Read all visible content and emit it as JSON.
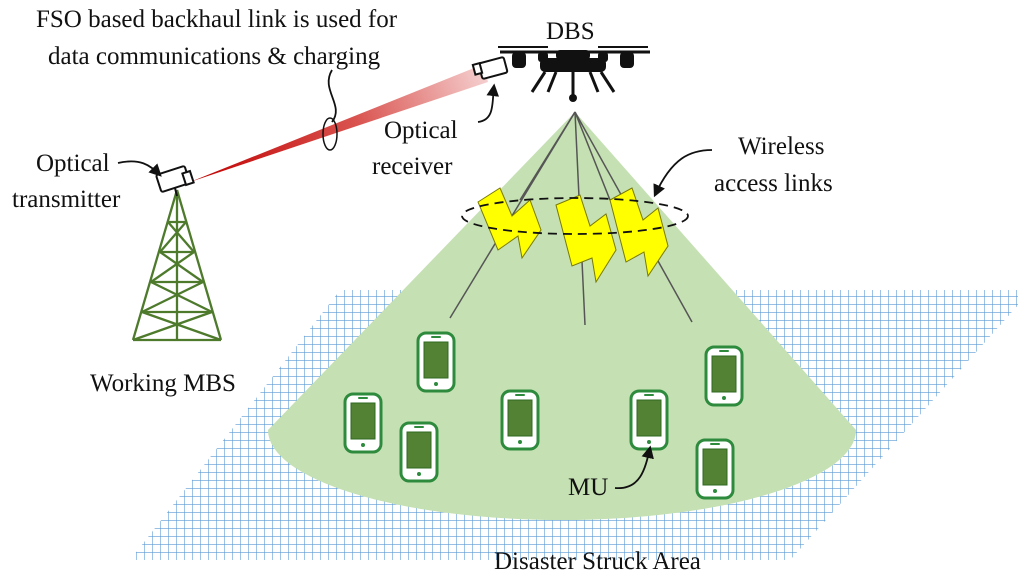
{
  "labels": {
    "fso_line1": "FSO based backhaul link is used for",
    "fso_line2": "data communications & charging",
    "dbs": "DBS",
    "optical_transmitter_line1": "Optical",
    "optical_transmitter_line2": "transmitter",
    "optical_receiver_line1": "Optical",
    "optical_receiver_line2": "receiver",
    "wireless_line1": "Wireless",
    "wireless_line2": "access links",
    "working_mbs": "Working MBS",
    "mu": "MU",
    "disaster_area": "Disaster Struck Area"
  },
  "colors": {
    "cone_fill": "#c5e0b3",
    "grid_stroke": "#5b9bd5",
    "tower_stroke": "#4e7a2c",
    "phone_screen": "#548235",
    "phone_border": "#2e8b3d",
    "lightning_fill": "#ffff00",
    "laser_red": "#c00000",
    "drone_body": "#111111"
  },
  "icons": {
    "drone": "drone-icon",
    "tower": "cell-tower-icon",
    "transmitter": "camera-transmitter-icon",
    "receiver": "camera-receiver-icon",
    "phone": "smartphone-icon",
    "lightning": "lightning-bolt-icon"
  }
}
